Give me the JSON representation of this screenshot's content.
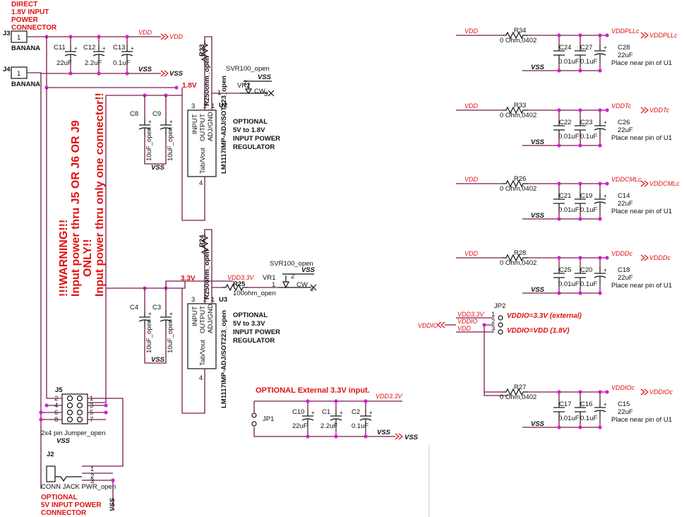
{
  "top_left_note": [
    "DIRECT",
    "1.8V INPUT",
    "POWER",
    "CONNECTOR"
  ],
  "connectors": {
    "j3": {
      "ref": "J3",
      "pin": "1",
      "type": "BANANA"
    },
    "j4": {
      "ref": "J4",
      "pin": "1",
      "type": "BANANA"
    },
    "j5": {
      "ref": "J5",
      "desc": "2x4 pin Jumper_open",
      "pins": [
        "1",
        "2",
        "3",
        "4",
        "5",
        "6",
        "7",
        "8"
      ]
    },
    "j2": {
      "ref": "J2",
      "desc": "CONN JACK PWR_open",
      "pins": [
        "1",
        "2",
        "3"
      ]
    }
  },
  "input_caps": [
    {
      "ref": "C11",
      "value": "22uF"
    },
    {
      "ref": "C12",
      "value": "2.2uF"
    },
    {
      "ref": "C13",
      "value": "0.1uF"
    }
  ],
  "nets": {
    "vdd": "VDD",
    "vss": "VSS",
    "v18": "1.8V",
    "v33": "3.3V",
    "vdd33": "VDD3.3V",
    "vddio": "VDDIO"
  },
  "reg_18": {
    "ref": "U2",
    "part": "LM1117IMP-ADJ/SOT223_open",
    "pins": [
      "INPUT",
      "OUTPUT",
      "ADJ/GND",
      "Tab/Vout"
    ],
    "pin_numbers": [
      "3",
      "2",
      "1",
      "4"
    ],
    "desc": [
      "OPTIONAL",
      "5V to 1.8V",
      "INPUT POWER",
      "REGULATOR"
    ],
    "r_top": "R23",
    "r_top_val": "R250ohm_open",
    "pot_part": "SVR100_open",
    "pot_ref": "VR2",
    "pot_pins": [
      "1",
      "2",
      "3"
    ],
    "cw": "CW",
    "caps": [
      {
        "ref": "C8",
        "value": "10uF_open"
      },
      {
        "ref": "C9",
        "value": "10uF_open"
      }
    ]
  },
  "reg_33": {
    "ref": "U3",
    "part": "LM1117IMP-ADJ/SOT223_open",
    "pins": [
      "INPUT",
      "OUTPUT",
      "ADJ/GND",
      "Tab/Vout"
    ],
    "pin_numbers": [
      "3",
      "2",
      "1",
      "4"
    ],
    "desc": [
      "OPTIONAL",
      "5V to 3.3V",
      "INPUT POWER",
      "REGULATOR"
    ],
    "r_top": "R24",
    "r_top_val": "R250ohm_open",
    "r_series": "R25",
    "r_series_val": "100ohm_open",
    "pot_part": "SVR100_open",
    "pot_ref": "VR1",
    "pot_pins": [
      "1",
      "2",
      "3"
    ],
    "cw": "CW",
    "caps": [
      {
        "ref": "C4",
        "value": "10uF_open"
      },
      {
        "ref": "C3",
        "value": "10uF_open"
      }
    ]
  },
  "warning": [
    "!!!WARNING!!!",
    "Input power thru J5 OR J6 OR J9",
    "ONLY!!",
    "Input power thru only one connector!!"
  ],
  "j2_note": [
    "OPTIONAL",
    "5V INPUT POWER",
    "CONNECTOR"
  ],
  "ext33": {
    "title": "OPTIONAL External 3.3V input.",
    "jumper": "JP1",
    "caps": [
      {
        "ref": "C10",
        "value": "22uF"
      },
      {
        "ref": "C1",
        "value": "2.2uF"
      },
      {
        "ref": "C2",
        "value": "0.1uF"
      }
    ]
  },
  "jp2": {
    "ref": "JP2",
    "pins": [
      "1",
      "2",
      "3"
    ],
    "opt1": "VDDIO=3.3V (external)",
    "opt3": "VDDIO=VDD (1.8V)"
  },
  "filters": [
    {
      "in": "VDD",
      "r": "R34",
      "rval": "0 Ohm,0402",
      "c1": "C24",
      "c2": "C27",
      "c3": "C28",
      "out": "VDDPLLc",
      "cap_vals": [
        "0.01uF",
        "0.1uF",
        "22uF"
      ],
      "note": "Place near pin of U1"
    },
    {
      "in": "VDD",
      "r": "R33",
      "rval": "0 Ohm,0402",
      "c1": "C22",
      "c2": "C23",
      "c3": "C26",
      "out": "VDDTc",
      "cap_vals": [
        "0.01uF",
        "0.1uF",
        "22uF"
      ],
      "note": "Place near pin of U1"
    },
    {
      "in": "VDD",
      "r": "R26",
      "rval": "0 Ohm,0402",
      "c1": "C21",
      "c2": "C19",
      "c3": "C14",
      "out": "VDDCMLc",
      "cap_vals": [
        "0.01uF",
        "0.1uF",
        "22uF"
      ],
      "note": "Place near pin of U1"
    },
    {
      "in": "VDD",
      "r": "R28",
      "rval": "0 Ohm,0402",
      "c1": "C25",
      "c2": "C20",
      "c3": "C18",
      "out": "VDDDc",
      "cap_vals": [
        "0.01uF",
        "0.1uF",
        "22uF"
      ],
      "note": "Place near pin of U1"
    },
    {
      "in": "VDDIO",
      "r": "R27",
      "rval": "0 Ohm,0402",
      "c1": "C17",
      "c2": "C16",
      "c3": "C15",
      "out": "VDDIOc",
      "cap_vals": [
        "0.01uF",
        "0.1uF",
        "22uF"
      ],
      "note": "Place near pin of U1"
    }
  ]
}
